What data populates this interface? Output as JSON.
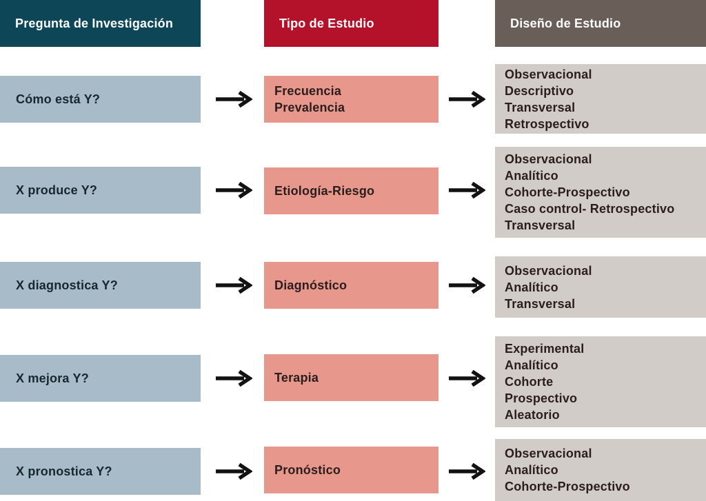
{
  "title": "Flowchart: research question to study type to study design",
  "headers": [
    {
      "id": "pregunta",
      "label": "Pregunta de Investigación"
    },
    {
      "id": "tipo",
      "label": "Tipo de Estudio"
    },
    {
      "id": "diseno",
      "label": "Diseño de Estudio"
    }
  ],
  "rows": [
    {
      "question": "Cómo está Y?",
      "study_type_lines": [
        "Frecuencia",
        "Prevalencia"
      ],
      "design_lines": [
        "Observacional",
        "Descriptivo",
        "Transversal",
        "Retrospectivo"
      ]
    },
    {
      "question": "X produce Y?",
      "study_type_lines": [
        "Etiología-Riesgo"
      ],
      "design_lines": [
        "Observacional",
        "Analítico",
        "Cohorte-Prospectivo",
        "Caso control- Retrospectivo",
        "Transversal"
      ]
    },
    {
      "question": "X diagnostica Y?",
      "study_type_lines": [
        "Diagnóstico"
      ],
      "design_lines": [
        "Observacional",
        "Analítico",
        "Transversal"
      ]
    },
    {
      "question": "X mejora Y?",
      "study_type_lines": [
        "Terapia"
      ],
      "design_lines": [
        "Experimental",
        "Analítico",
        "Cohorte",
        "Prospectivo",
        "Aleatorio"
      ]
    },
    {
      "question": "X pronostica Y?",
      "study_type_lines": [
        "Pronóstico"
      ],
      "design_lines": [
        "Observacional",
        "Analítico",
        "Cohorte-Prospectivo"
      ]
    }
  ],
  "icons": {
    "connector": "arrow-right"
  },
  "colors": {
    "question_header_bg": "#0d4656",
    "type_header_bg": "#b4122a",
    "design_header_bg": "#6a5f58",
    "question_box_bg": "#a7bbc8",
    "type_box_bg": "#e8978c",
    "design_box_bg": "#d1ccc7",
    "header_text": "#ffffff",
    "question_text": "#16272f",
    "box_text": "#291e1c",
    "arrow_color": "#121212"
  }
}
